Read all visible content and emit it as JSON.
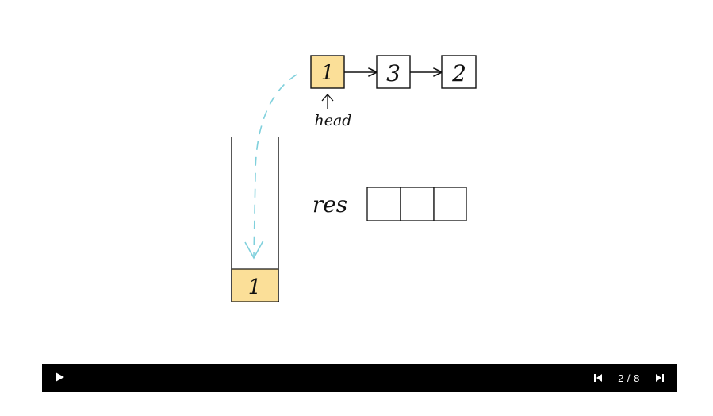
{
  "diagram": {
    "list_nodes": [
      {
        "value": "1",
        "highlighted": true
      },
      {
        "value": "3",
        "highlighted": false
      },
      {
        "value": "2",
        "highlighted": false
      }
    ],
    "head_label": "head",
    "stack": {
      "items": [
        {
          "value": "1",
          "highlighted": true
        }
      ]
    },
    "res_label": "res",
    "res_cells": [
      "",
      "",
      ""
    ],
    "colors": {
      "highlight_fill": "#fbdf98",
      "stroke": "#111111",
      "arrow_dashed": "#7fd0dc"
    }
  },
  "player": {
    "play_icon": "play-icon",
    "prev_icon": "skip-previous-icon",
    "next_icon": "skip-next-icon",
    "page_counter": "2 / 8",
    "bar_color": "#000000"
  }
}
